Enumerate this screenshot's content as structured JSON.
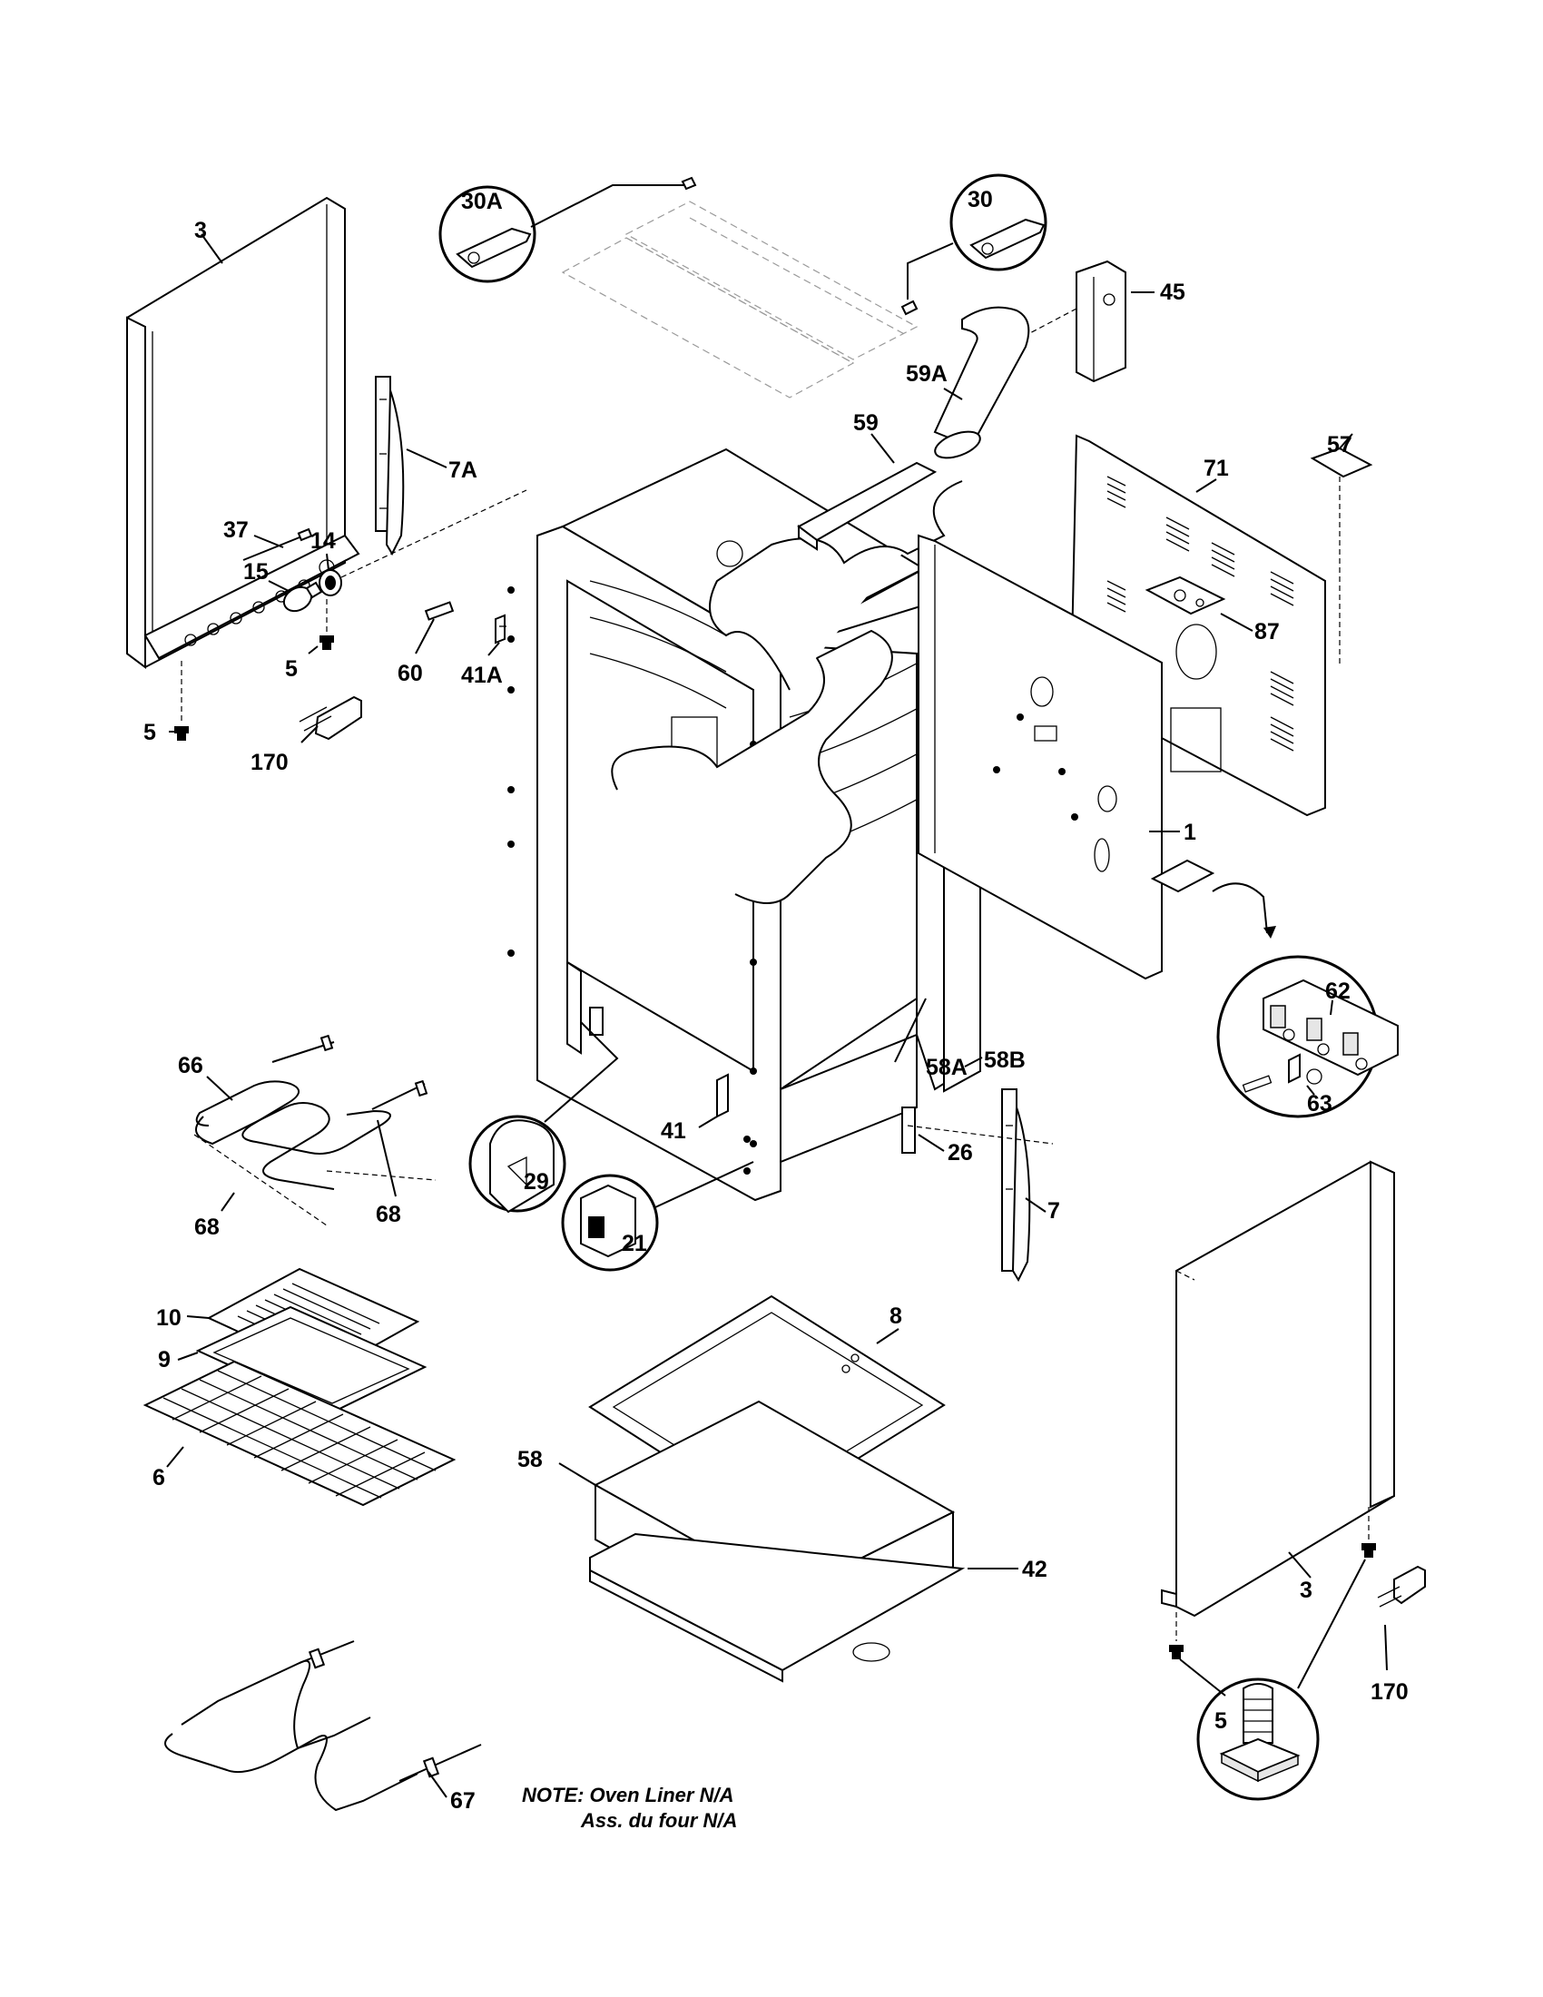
{
  "labels": {
    "l3_left": "3",
    "l3_right": "3",
    "l5_a": "5",
    "l5_b": "5",
    "l5_c": "5",
    "l170_left": "170",
    "l170_right": "170",
    "l7a": "7A",
    "l7": "7",
    "l37": "37",
    "l15": "15",
    "l14": "14",
    "l60": "60",
    "l41a": "41A",
    "l41": "41",
    "l66": "66",
    "l68_a": "68",
    "l68_b": "68",
    "l29": "29",
    "l21": "21",
    "l26": "26",
    "l10": "10",
    "l9": "9",
    "l6": "6",
    "l8": "8",
    "l58": "58",
    "l42": "42",
    "l67": "67",
    "l30a": "30A",
    "l30": "30",
    "l45": "45",
    "l59a": "59A",
    "l59": "59",
    "l57": "57",
    "l71": "71",
    "l87": "87",
    "l1": "1",
    "l58a": "58A",
    "l58b": "58B",
    "l62": "62",
    "l63": "63"
  },
  "note": {
    "line1": "NOTE: Oven Liner N/A",
    "line2": "Ass. du four N/A"
  }
}
